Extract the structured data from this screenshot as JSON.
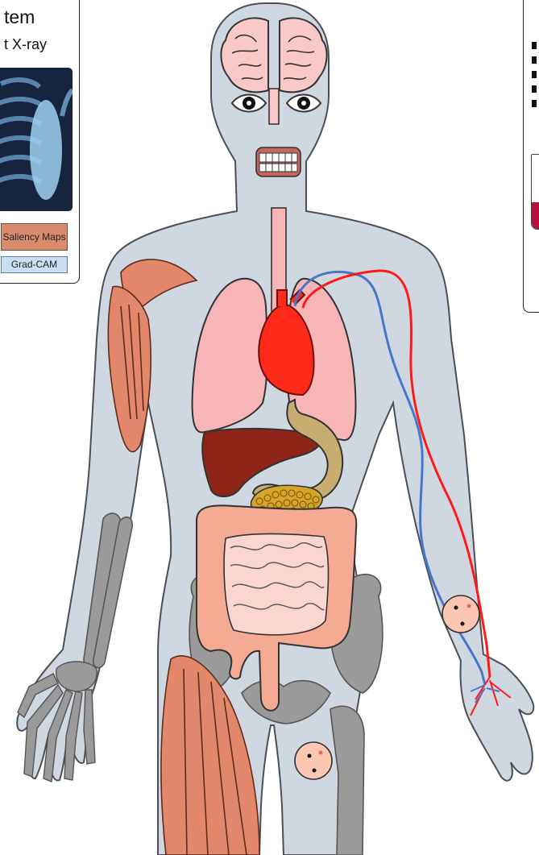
{
  "panel_left": {
    "title_line1": "tem",
    "subtitle": "t X-ray",
    "button_saliency": "Saliency Maps",
    "button_gradcam": "Grad-CAM"
  },
  "colors": {
    "body": "#cfd8e0",
    "body_outline": "#4b4f55",
    "brain": "#f8c9c6",
    "lungs": "#f8b5b8",
    "heart": "#ff2a1a",
    "liver": "#8e2518",
    "stomach": "#c8ad70",
    "pancreas": "#d6a528",
    "intestine": "#f5aa93",
    "small_intestine": "#f9d6cf",
    "muscle": "#e3876a",
    "bone": "#9a9a9a",
    "artery": "#ff1a1a",
    "vein": "#4a76c9",
    "cell": "#fbc7b2"
  },
  "icons": [
    "brain-icon",
    "eye-icon",
    "teeth-icon",
    "heart-icon",
    "lung-icon",
    "liver-icon",
    "stomach-icon",
    "pancreas-icon",
    "intestine-icon",
    "pelvis-icon",
    "muscle-icon",
    "arm-bone-icon",
    "hand-bone-icon",
    "blood-vessel-icon",
    "cell-icon",
    "chest-xray-icon",
    "test-tube-icon"
  ]
}
